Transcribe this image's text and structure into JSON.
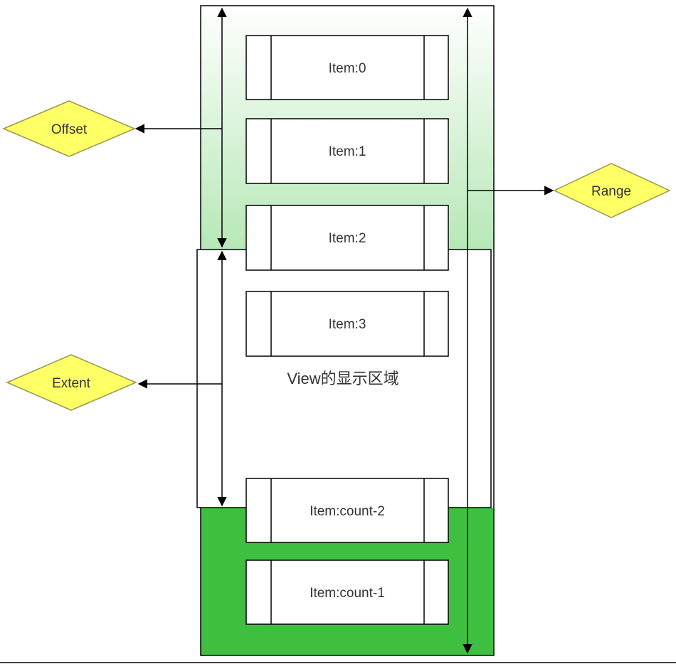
{
  "items": [
    {
      "label": "Item:0"
    },
    {
      "label": "Item:1"
    },
    {
      "label": "Item:2"
    },
    {
      "label": "Item:3"
    },
    {
      "label": "Item:count-2"
    },
    {
      "label": "Item:count-1"
    }
  ],
  "labels": {
    "offset": "Offset",
    "extent": "Extent",
    "range": "Range",
    "view_area": "View的显示区域"
  },
  "colors": {
    "green_dark": "#3fbf3f",
    "green_light": "#c8efc8",
    "diamond_fill": "#ffff66",
    "diamond_stroke": "#99994d",
    "line": "#000000"
  }
}
